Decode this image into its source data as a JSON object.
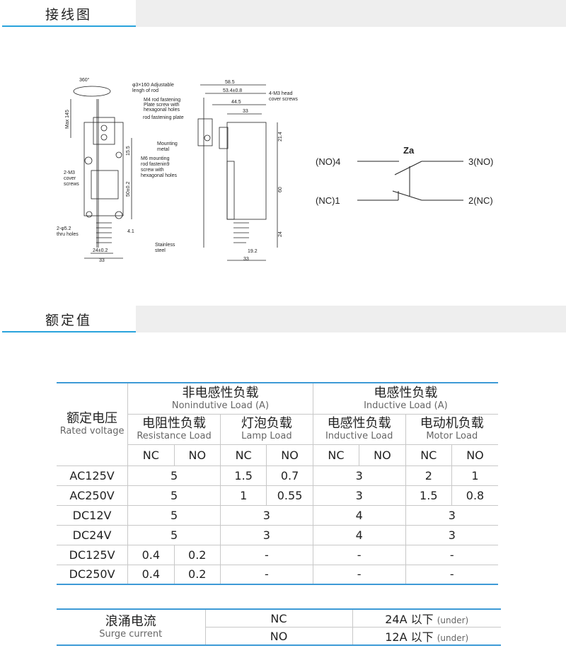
{
  "sections": {
    "wiring": "接线图",
    "rating": "额定值"
  },
  "drawing": {
    "rotation": "360°",
    "rod": "φ3×160 Adjustable",
    "rod2": "lengh of rod",
    "m4_1": "M4 rod fastening",
    "m4_2": "Plate  screw with",
    "m4_3": "hexagonal holes",
    "plate": "rod fastening plate",
    "max": "Max 145",
    "d155": "15.5",
    "d50": "50±0.2",
    "d41": "4.1",
    "d24": "24±0.2",
    "d33": "33",
    "m3_1": "2-M3",
    "m3_2": "cover",
    "m3_3": "screws",
    "hole1": "2-φ5.2",
    "hole2": "thru holes",
    "d585": "58.5",
    "d534": "53.4±0.8",
    "d445": "44.5",
    "d33b": "33",
    "head1": "4-M3 head",
    "head2": "cover screws",
    "mount1": "Mounting",
    "mount2": "metal",
    "m6_1": "M6 mounting",
    "m6_2": "rod fastenin9",
    "m6_3": "screw with",
    "m6_4": "hexagonal holes",
    "d214": "21.4",
    "d60": "60",
    "d24b": "24",
    "d192": "19.2",
    "d33c": "33",
    "steel1": "Stainless",
    "steel2": "steel"
  },
  "circuit": {
    "name": "Za",
    "no4": "(NO)4",
    "no3": "3(NO)",
    "nc1": "(NC)1",
    "nc2": "2(NC)"
  },
  "rated": {
    "voltage_zh": "额定电压",
    "voltage_en": "Rated voltage",
    "noninductive_zh": "非电感性负载",
    "noninductive_en": "Nonindutive Load (A)",
    "inductive_zh": "电感性负载",
    "inductive_en": "Inductive Load (A)",
    "groups": [
      {
        "zh": "电阻性负载",
        "en": "Resistance Load"
      },
      {
        "zh": "灯泡负载",
        "en": "Lamp Load"
      },
      {
        "zh": "电感性负载",
        "en": "Inductive Load"
      },
      {
        "zh": "电动机负载",
        "en": "Motor Load"
      }
    ],
    "subcols": [
      "NC",
      "NO",
      "NC",
      "NO",
      "NC",
      "NO",
      "NC",
      "NO"
    ],
    "rows": [
      {
        "voltage": "AC125V",
        "cells": [
          {
            "v": "5",
            "span": 2
          },
          {
            "v": "1.5",
            "span": 1
          },
          {
            "v": "0.7",
            "span": 1
          },
          {
            "v": "3",
            "span": 2
          },
          {
            "v": "2",
            "span": 1
          },
          {
            "v": "1",
            "span": 1
          }
        ]
      },
      {
        "voltage": "AC250V",
        "cells": [
          {
            "v": "5",
            "span": 2
          },
          {
            "v": "1",
            "span": 1
          },
          {
            "v": "0.55",
            "span": 1
          },
          {
            "v": "3",
            "span": 2
          },
          {
            "v": "1.5",
            "span": 1
          },
          {
            "v": "0.8",
            "span": 1
          }
        ]
      },
      {
        "voltage": "DC12V",
        "cells": [
          {
            "v": "5",
            "span": 2
          },
          {
            "v": "3",
            "span": 2
          },
          {
            "v": "4",
            "span": 2
          },
          {
            "v": "3",
            "span": 2
          }
        ]
      },
      {
        "voltage": "DC24V",
        "cells": [
          {
            "v": "5",
            "span": 2
          },
          {
            "v": "3",
            "span": 2
          },
          {
            "v": "4",
            "span": 2
          },
          {
            "v": "3",
            "span": 2
          }
        ]
      },
      {
        "voltage": "DC125V",
        "cells": [
          {
            "v": "0.4",
            "span": 1
          },
          {
            "v": "0.2",
            "span": 1
          },
          {
            "v": "-",
            "span": 2
          },
          {
            "v": "-",
            "span": 2
          },
          {
            "v": "-",
            "span": 2
          }
        ]
      },
      {
        "voltage": "DC250V",
        "cells": [
          {
            "v": "0.4",
            "span": 1
          },
          {
            "v": "0.2",
            "span": 1
          },
          {
            "v": "-",
            "span": 2
          },
          {
            "v": "-",
            "span": 2
          },
          {
            "v": "-",
            "span": 2
          }
        ]
      }
    ]
  },
  "surge": {
    "label_zh": "浪涌电流",
    "label_en": "Surge current",
    "rows": [
      {
        "type": "NC",
        "value": "24A 以下",
        "note": "(under)"
      },
      {
        "type": "NO",
        "value": "12A 以下",
        "note": "(under)"
      }
    ]
  }
}
